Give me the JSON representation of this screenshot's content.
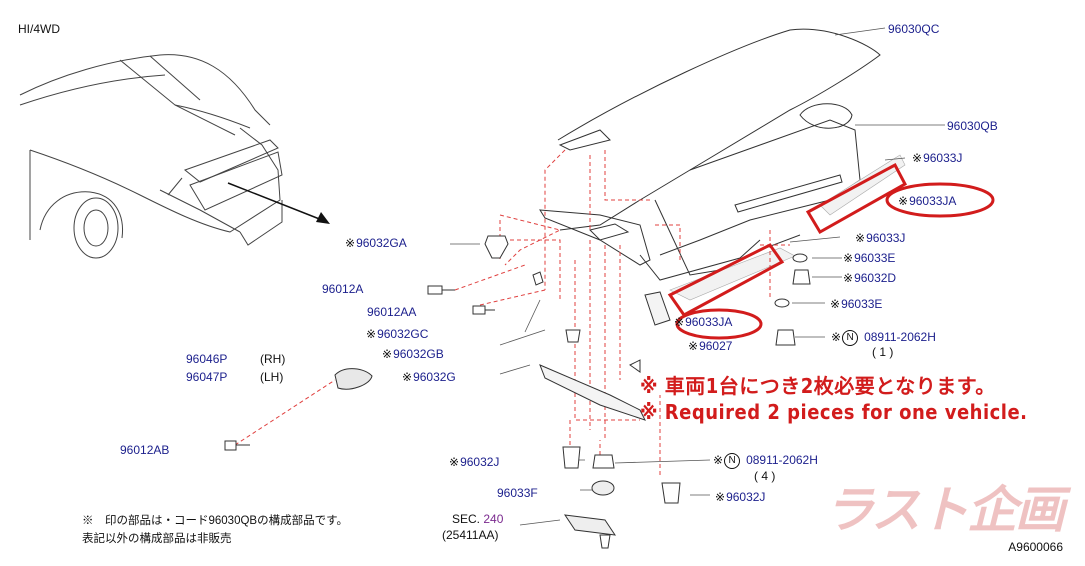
{
  "header": {
    "variant": "HI/4WD",
    "diagram_code": "A9600066"
  },
  "parts": {
    "p96030QC": "96030QC",
    "p96030QB": "96030QB",
    "p96033J_top": "96033J",
    "p96033JA_right": "96033JA",
    "p96033J_mid": "96033J",
    "p96033E_top": "96033E",
    "p96032D": "96032D",
    "p96033E_mid": "96033E",
    "p96033JA_left": "96033JA",
    "p96027": "96027",
    "p08911_top": "08911-2062H",
    "qty_top": "( 1 )",
    "p96032GA": "96032GA",
    "p96012A": "96012A",
    "p96012AA": "96012AA",
    "p96032GC": "96032GC",
    "p96032GB": "96032GB",
    "p96032G": "96032G",
    "p96046P": "96046P",
    "p96047P": "96047P",
    "rh": "(RH)",
    "lh": "(LH)",
    "p96012AB": "96012AB",
    "p96032J_bot": "96032J",
    "p08911_bot": "08911-2062H",
    "qty_bot": "( 4 )",
    "p96033F": "96033F",
    "p96032J_bot2": "96032J",
    "sec_label": "SEC.",
    "sec_num": "240",
    "sec_sub": "(25411AA)",
    "n_mark": "N",
    "asterisk": "※"
  },
  "notes": {
    "jp_line1": "※　印の部品は・コード96030QBの構成部品です。",
    "jp_line2": "表記以外の構成部品は非販売"
  },
  "annotations": {
    "jp_required": "※ 車両1台につき2枚必要となります。",
    "en_required": "※ Required 2 pieces for one vehicle."
  },
  "logo_text": "ラスト企画",
  "colors": {
    "part_blue": "#1b1f8c",
    "highlight_red": "#d21c1c",
    "leader_red": "#e0403f",
    "line_gray": "#555555",
    "sec_purple": "#7b2a8f"
  }
}
